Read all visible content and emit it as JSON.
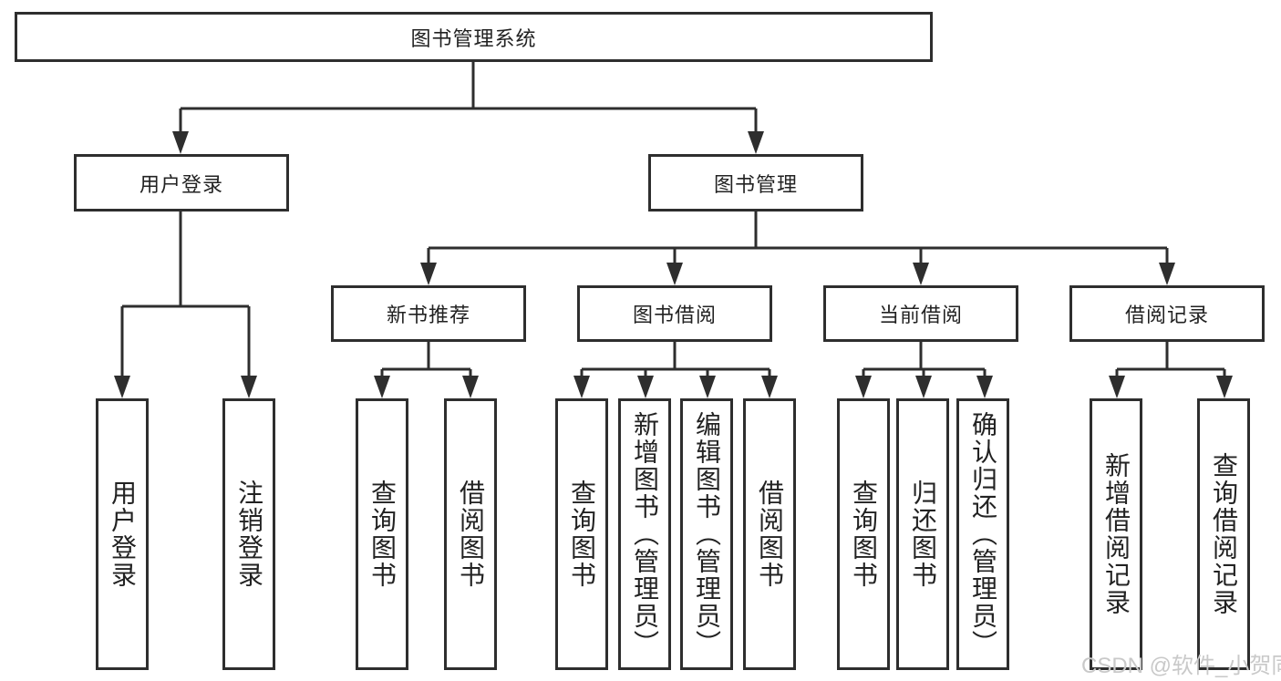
{
  "diagram": {
    "root": {
      "label": "图书管理系统"
    },
    "level2": [
      {
        "label": "用户登录",
        "parent": "图书管理系统"
      },
      {
        "label": "图书管理",
        "parent": "图书管理系统"
      }
    ],
    "level3": [
      {
        "label": "新书推荐",
        "parent": "图书管理"
      },
      {
        "label": "图书借阅",
        "parent": "图书管理"
      },
      {
        "label": "当前借阅",
        "parent": "图书管理"
      },
      {
        "label": "借阅记录",
        "parent": "图书管理"
      }
    ],
    "leaves": [
      {
        "label": "用户登录",
        "parent": "用户登录"
      },
      {
        "label": "注销登录",
        "parent": "用户登录"
      },
      {
        "label": "查询图书",
        "parent": "新书推荐"
      },
      {
        "label": "借阅图书",
        "parent": "新书推荐"
      },
      {
        "label": "查询图书",
        "parent": "图书借阅"
      },
      {
        "label": "新增图书（管理员）",
        "parent": "图书借阅"
      },
      {
        "label": "编辑图书（管理员）",
        "parent": "图书借阅"
      },
      {
        "label": "借阅图书",
        "parent": "图书借阅"
      },
      {
        "label": "查询图书",
        "parent": "当前借阅"
      },
      {
        "label": "归还图书",
        "parent": "当前借阅"
      },
      {
        "label": "确认归还（管理员）",
        "parent": "当前借阅"
      },
      {
        "label": "新增借阅记录",
        "parent": "借阅记录"
      },
      {
        "label": "查询借阅记录",
        "parent": "借阅记录"
      }
    ]
  },
  "watermark": {
    "text": "CSDN @软件_小贺同学"
  },
  "colors": {
    "line": "#2e2e2e",
    "text": "#222222",
    "box_background": "#ffffff",
    "watermark": "#c9c9c9",
    "page_background": "#ffffff"
  }
}
